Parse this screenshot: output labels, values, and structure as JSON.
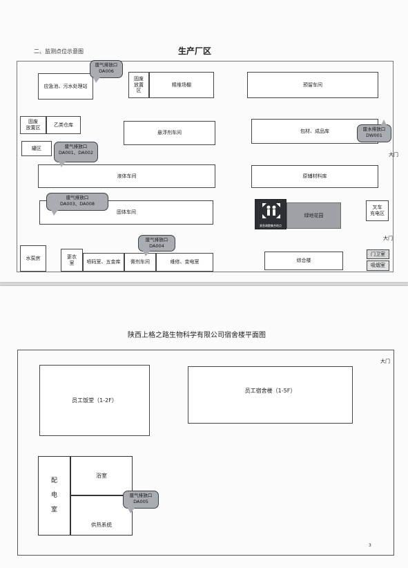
{
  "page1": {
    "section_heading": "二、监测点位示意图",
    "title": "生产厂区",
    "rooms": {
      "emergency_pool": "应急池、污水处理站",
      "solid_waste_1": "固废\n放置\n区",
      "bulk_shed": "精堆场棚",
      "premix": "预留车间",
      "solid_waste_2": "固废\n放置区",
      "b_warehouse": "乙类仓库",
      "suspension": "悬浮剂车间",
      "packaging": "包材、成品库",
      "tank": "罐区",
      "liquid": "液体车间",
      "raw_material": "原辅材料库",
      "solid": "固体车间",
      "green": "绿地花园",
      "forklift": "叉车\n充电区",
      "pump": "水泵房",
      "locker": "更衣\n室",
      "spray_room": "喷码室、五金库",
      "paste": "膏剂车间",
      "maintenance": "维修、变电室",
      "complex": "综合楼",
      "guard": "门卫室",
      "smoking": "吸烟室"
    },
    "gate_labels": [
      "大门",
      "大门"
    ],
    "emergency_sign": "紧急疏散集合地点",
    "bubbles": [
      {
        "title": "废气排放口",
        "code": "DA006"
      },
      {
        "title": "废水排放口",
        "code": "DW001"
      },
      {
        "title": "废气排放口",
        "code": "DA001、DA002"
      },
      {
        "title": "废气排放口",
        "code": "DA003、DA008"
      },
      {
        "title": "废气排放口",
        "code": "DA004"
      }
    ]
  },
  "page2": {
    "title": "陕西上格之路生物科学有限公司宿舍楼平面图",
    "gate": "大门",
    "canteen": "员工饭堂（1-2F）",
    "dorm": "员工宿舍楼（1-5F）",
    "power_chars": [
      "配",
      "电",
      "室"
    ],
    "bath": "浴室",
    "heating": "供热系统",
    "bubble": {
      "title": "废气排放口",
      "code": "DA005"
    },
    "page_number": "3"
  }
}
